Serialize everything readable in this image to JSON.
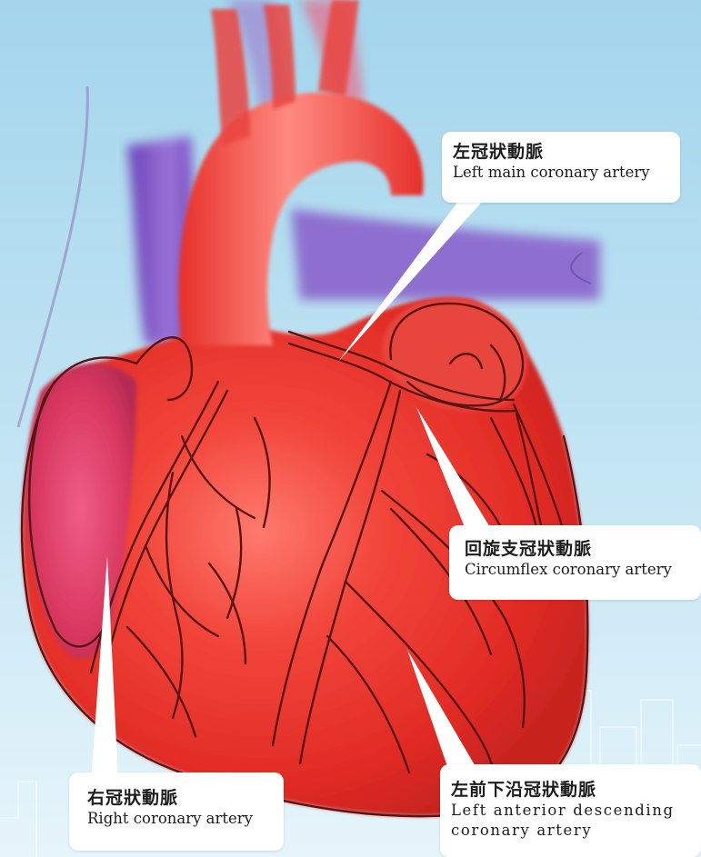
{
  "labels": {
    "left_main": {
      "zh": "左冠狀動脈",
      "en": "Left main coronary artery"
    },
    "circumflex": {
      "zh": "回旋支冠狀動脈",
      "en": "Circumflex coronary artery"
    },
    "right": {
      "zh": "右冠狀動脈",
      "en": "Right coronary artery"
    },
    "lad": {
      "zh": "左前下沿冠狀動脈",
      "en_line1": "Left anterior descending",
      "en_line2": "coronary artery"
    }
  },
  "colors": {
    "sky_top": "#a9d9ee",
    "sky_bottom": "#e2f3fb",
    "heart_red": "#e8322b",
    "vein_purple": "#7c4fc6",
    "outline": "#5a1414"
  }
}
